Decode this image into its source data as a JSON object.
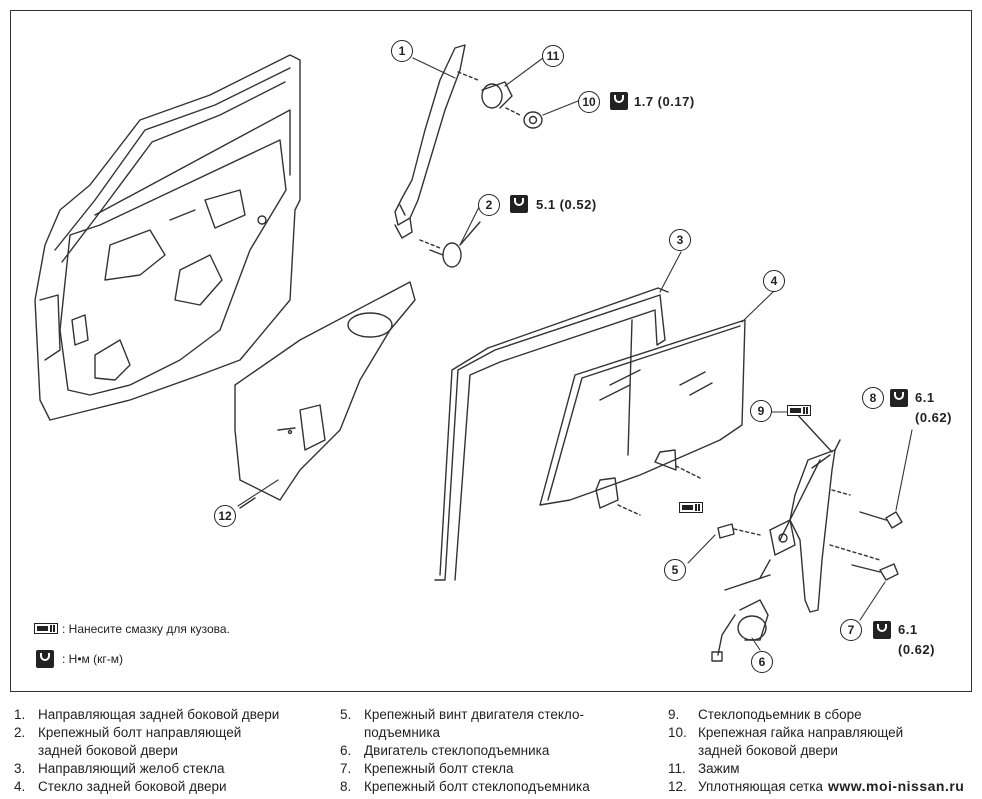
{
  "callouts": [
    "1",
    "2",
    "3",
    "4",
    "5",
    "6",
    "7",
    "8",
    "9",
    "10",
    "11",
    "12"
  ],
  "torques": {
    "t10": "1.7 (0.17)",
    "t2": "5.1 (0.52)",
    "t8a": "6.1",
    "t8b": "(0.62)",
    "t7a": "6.1",
    "t7b": "(0.62)"
  },
  "legend": {
    "grease": ": Нанесите смазку для кузова.",
    "torque": ": Н•м (кг-м)"
  },
  "parts": {
    "col1": [
      {
        "n": "1.",
        "text": "Направляющая задней боковой двери"
      },
      {
        "n": "2.",
        "text": "Крепежный болт направляющей"
      },
      {
        "n": "",
        "text": "задней боковой двери"
      },
      {
        "n": "3.",
        "text": "Направляющий желоб стекла"
      },
      {
        "n": "4.",
        "text": "Стекло задней боковой двери"
      }
    ],
    "col2": [
      {
        "n": "5.",
        "text": "Крепежный винт двигателя стекло-"
      },
      {
        "n": "",
        "text": "подъемника"
      },
      {
        "n": "6.",
        "text": "Двигатель стеклоподъемника"
      },
      {
        "n": "7.",
        "text": "Крепежный болт стекла"
      },
      {
        "n": "8.",
        "text": "Крепежный болт стеклоподъемника"
      }
    ],
    "col3": [
      {
        "n": "9.",
        "text": "Стеклоподьемник в сборе"
      },
      {
        "n": "10.",
        "text": "Крепежная гайка направляющей"
      },
      {
        "n": "",
        "text": "задней боковой двери"
      },
      {
        "n": "11.",
        "text": "Зажим"
      },
      {
        "n": "12.",
        "text": "Уплотняющая сетка"
      }
    ]
  },
  "watermark": "www.moi-nissan.ru"
}
